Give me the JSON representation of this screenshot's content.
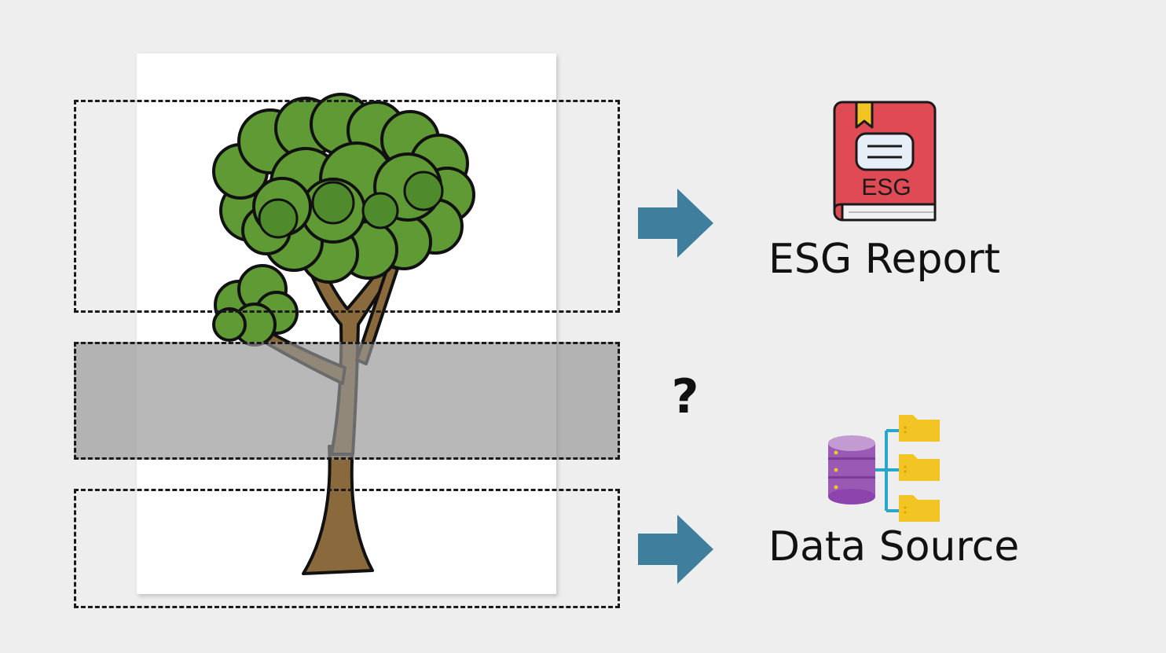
{
  "diagram": {
    "question_mark": "?",
    "report_label": "ESG Report",
    "source_label": "Data Source",
    "book_text": "ESG",
    "icons": [
      "tree-icon",
      "arrow-right-icon",
      "esg-report-book-icon",
      "database-folders-icon"
    ],
    "colors": {
      "background": "#eeeeee",
      "arrow": "#3f7f9d",
      "book": "#e04a54",
      "folder": "#f2c525",
      "database": "#9b59b6",
      "foliage": "#5f9a35",
      "trunk": "#8a6a3c"
    }
  }
}
